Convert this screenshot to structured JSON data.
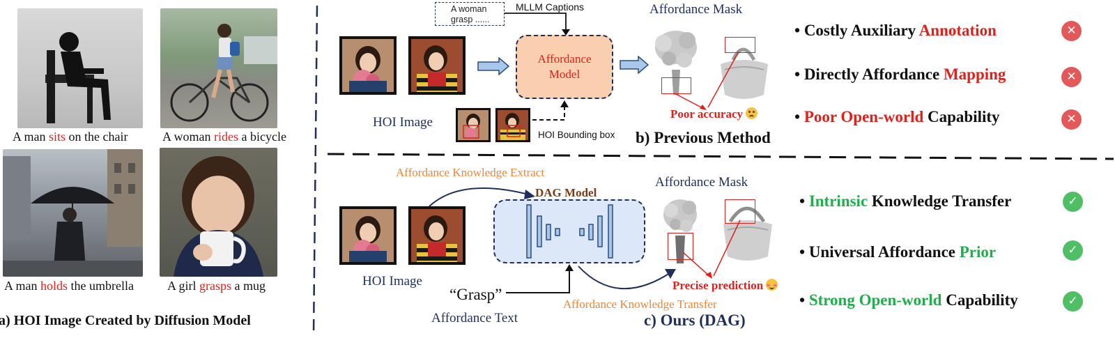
{
  "panel_a": {
    "captions": [
      {
        "pre": "A man ",
        "verb": "sits",
        "post": " on the chair"
      },
      {
        "pre": "A woman ",
        "verb": "rides",
        "post": " a bicycle"
      },
      {
        "pre": "A man ",
        "verb": "holds",
        "post": " the umbrella"
      },
      {
        "pre": "A girl ",
        "verb": "grasps",
        "post": " a mug"
      }
    ],
    "title": "a)  HOI Image Created by Diffusion Model"
  },
  "panel_b": {
    "caption_box": "A woman grasp ......",
    "mllm_label": "MLLM Captions",
    "model_label": "Affordance Model",
    "hoi_image_label": "HOI Image",
    "bbox_label": "HOI Bounding box",
    "mask_label": "Affordance Mask",
    "poor_accuracy": "Poor accuracy",
    "title": "b) Previous Method",
    "bullets": [
      {
        "pre": "Costly Auxiliary ",
        "hl": "Annotation",
        "post": ""
      },
      {
        "pre": "Directly Affordance ",
        "hl": "Mapping",
        "post": ""
      },
      {
        "pre": "",
        "hl": "Poor Open-world",
        "post": " Capability"
      }
    ]
  },
  "panel_c": {
    "extract_label": "Affordance Knowledge Extract",
    "dag_model": "DAG Model",
    "mask_label": "Affordance Mask",
    "hoi_image_label": "HOI Image",
    "grasp_text": "“Grasp”",
    "affordance_text_label": "Affordance Text",
    "transfer_label": "Affordance Knowledge Transfer",
    "precise": "Precise prediction",
    "title": "c) Ours (DAG)",
    "bullets": [
      {
        "pre": "",
        "hl": "Intrinsic",
        "post": " Knowledge Transfer"
      },
      {
        "pre": "Universal Affordance ",
        "hl": "Prior",
        "post": ""
      },
      {
        "pre": "",
        "hl": "Strong Open-world",
        "post": " Capability"
      }
    ]
  },
  "icons": {
    "bad": "cross-icon",
    "good": "check-icon"
  },
  "colors": {
    "red": "#e0201b",
    "green": "#1fae4b",
    "navy": "#1f2f5c",
    "orange": "#e8873a",
    "model_fill": "#f9cfb0",
    "dag_fill": "#dce8f7"
  }
}
